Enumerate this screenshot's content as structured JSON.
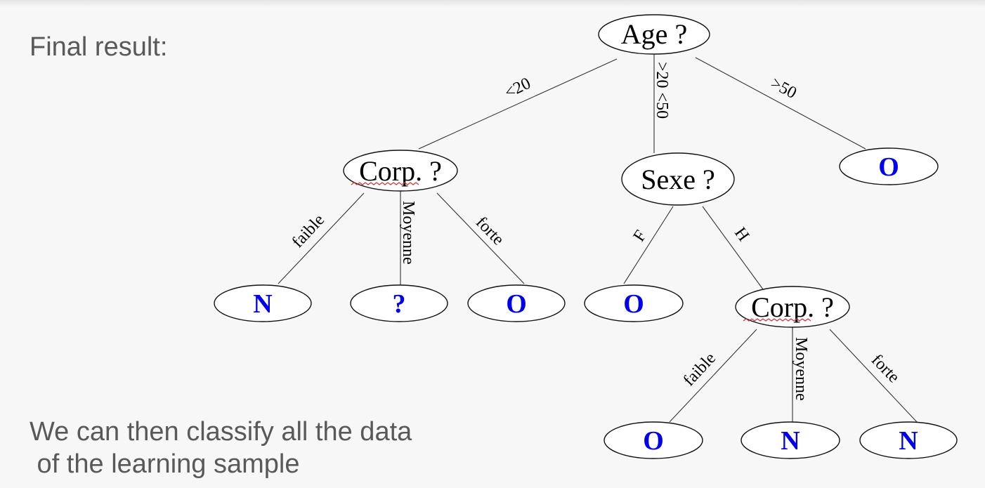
{
  "slide": {
    "title": "Final result:",
    "caption_lines": [
      "We can then classify all the data",
      " of the learning sample"
    ]
  },
  "colors": {
    "leaf_text": "#0000ee",
    "question_text": "#000000",
    "spellcheck_underline": "#d23a3a"
  },
  "tree": {
    "nodes": {
      "age": "Age ?",
      "corp1": "Corp. ?",
      "sexe": "Sexe ?",
      "leaf_over50": "O",
      "leaf_faible1": "N",
      "leaf_moyenne1": "?",
      "leaf_forte1": "O",
      "leaf_f": "O",
      "corp2": "Corp. ?",
      "leaf_faible2": "O",
      "leaf_moyenne2": "N",
      "leaf_forte2": "N"
    },
    "edges": {
      "age_lt20": "<20",
      "age_mid": ">20 <50",
      "age_gt50": ">50",
      "corp1_faible": "faible",
      "corp1_moyenne": "Moyenne",
      "corp1_forte": "forte",
      "sexe_f": "F",
      "sexe_h": "H",
      "corp2_faible": "faible",
      "corp2_moyenne": "Moyenne",
      "corp2_forte": "forte"
    }
  }
}
